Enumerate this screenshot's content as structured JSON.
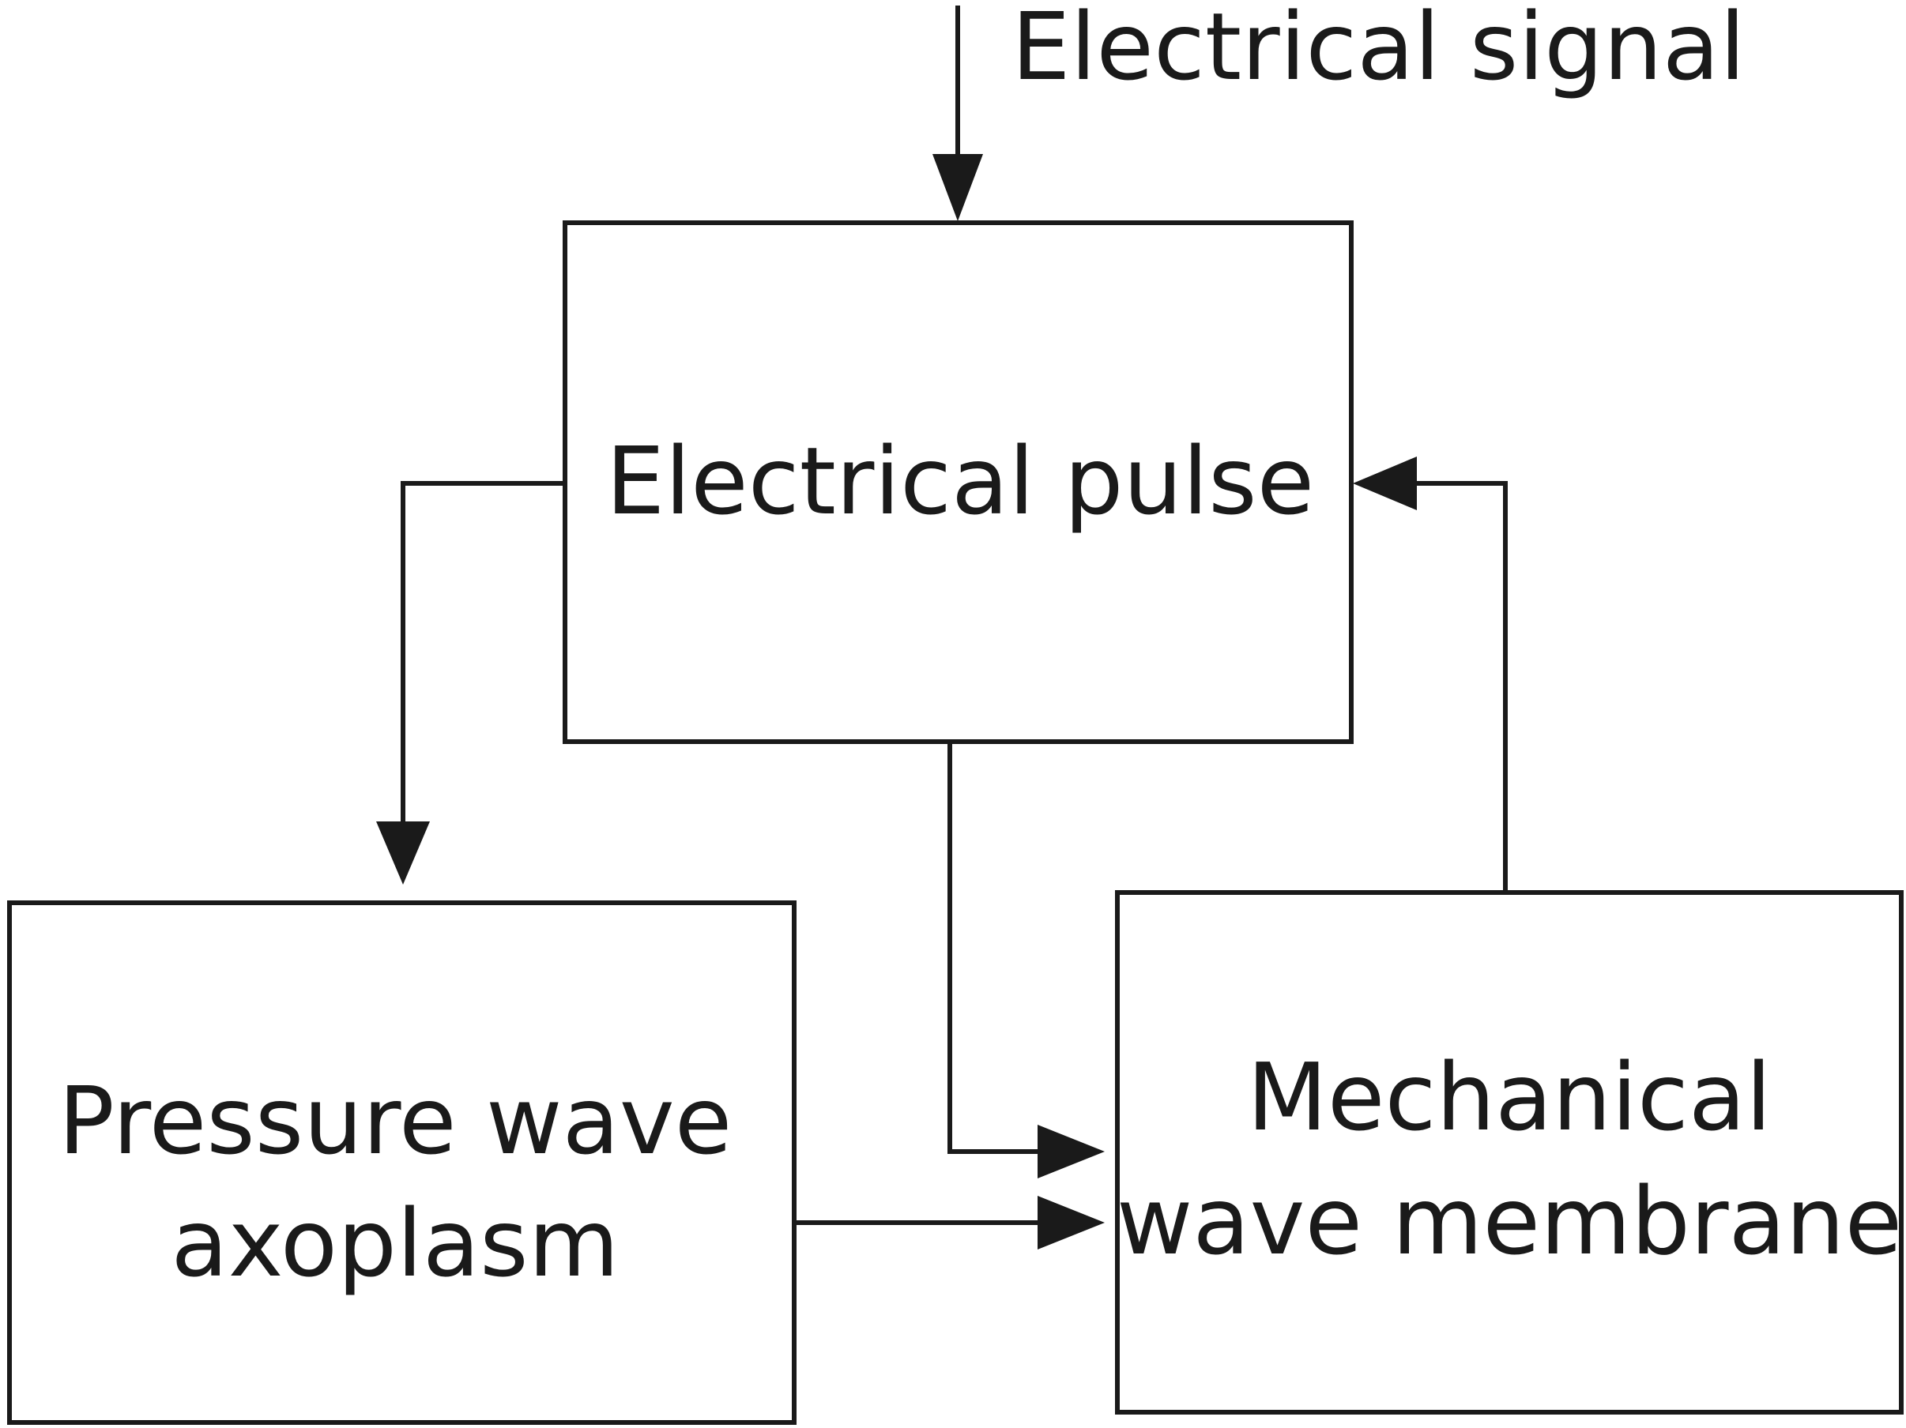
{
  "input_signal": {
    "label": "Electrical signal"
  },
  "nodes": {
    "electrical_pulse": {
      "label": "Electrical pulse"
    },
    "pressure_wave": {
      "line1": "Pressure wave",
      "line2": "axoplasm"
    },
    "mechanical_wave": {
      "line1": "Mechanical",
      "line2": "wave membrane"
    }
  },
  "colors": {
    "stroke": "#1a1a1a",
    "background": "#ffffff"
  }
}
